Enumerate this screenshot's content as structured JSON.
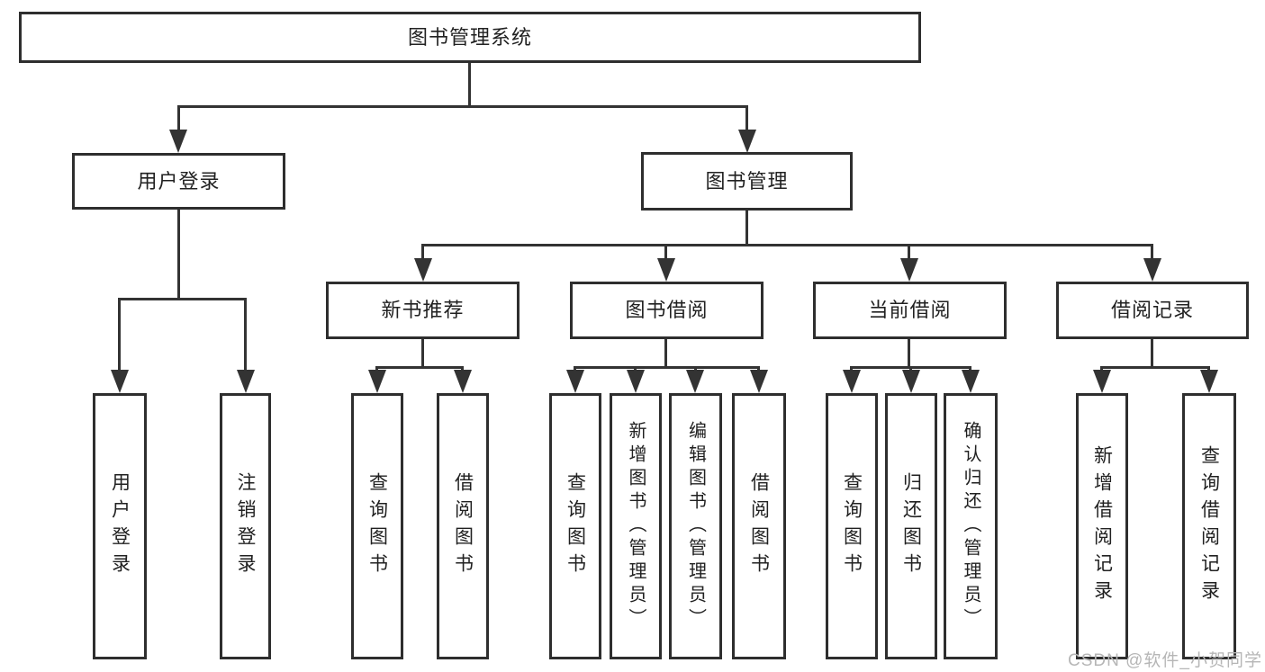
{
  "diagram_title": "图书管理系统",
  "nodes": {
    "root": "图书管理系统",
    "user_login": "用户登录",
    "book_mgmt": "图书管理",
    "new_book_rec": "新书推荐",
    "book_borrow": "图书借阅",
    "current_borrow": "当前借阅",
    "borrow_records": "借阅记录",
    "leaf_user_login": "用户登录",
    "leaf_logout": "注销登录",
    "leaf_query_book_1": "查询图书",
    "leaf_borrow_book_1": "借阅图书",
    "leaf_query_book_2": "查询图书",
    "leaf_add_book": "新增图书（管理员）",
    "leaf_edit_book": "编辑图书（管理员）",
    "leaf_borrow_book_2": "借阅图书",
    "leaf_query_book_3": "查询图书",
    "leaf_return_book": "归还图书",
    "leaf_confirm_return": "确认归还（管理员）",
    "leaf_add_borrow_record": "新增借阅记录",
    "leaf_query_borrow_record": "查询借阅记录"
  },
  "hierarchy": {
    "root": "图书管理系统",
    "children": [
      {
        "label": "用户登录",
        "children": [
          "用户登录",
          "注销登录"
        ]
      },
      {
        "label": "图书管理",
        "children": [
          {
            "label": "新书推荐",
            "children": [
              "查询图书",
              "借阅图书"
            ]
          },
          {
            "label": "图书借阅",
            "children": [
              "查询图书",
              "新增图书（管理员）",
              "编辑图书（管理员）",
              "借阅图书"
            ]
          },
          {
            "label": "当前借阅",
            "children": [
              "查询图书",
              "归还图书",
              "确认归还（管理员）"
            ]
          },
          {
            "label": "借阅记录",
            "children": [
              "新增借阅记录",
              "查询借阅记录"
            ]
          }
        ]
      }
    ]
  },
  "watermark": "CSDN @软件_小贺同学",
  "colors": {
    "line": "#333333",
    "box_border": "#2e2e2e",
    "text": "#212121",
    "watermark": "#b6b6b6",
    "background": "#ffffff"
  }
}
